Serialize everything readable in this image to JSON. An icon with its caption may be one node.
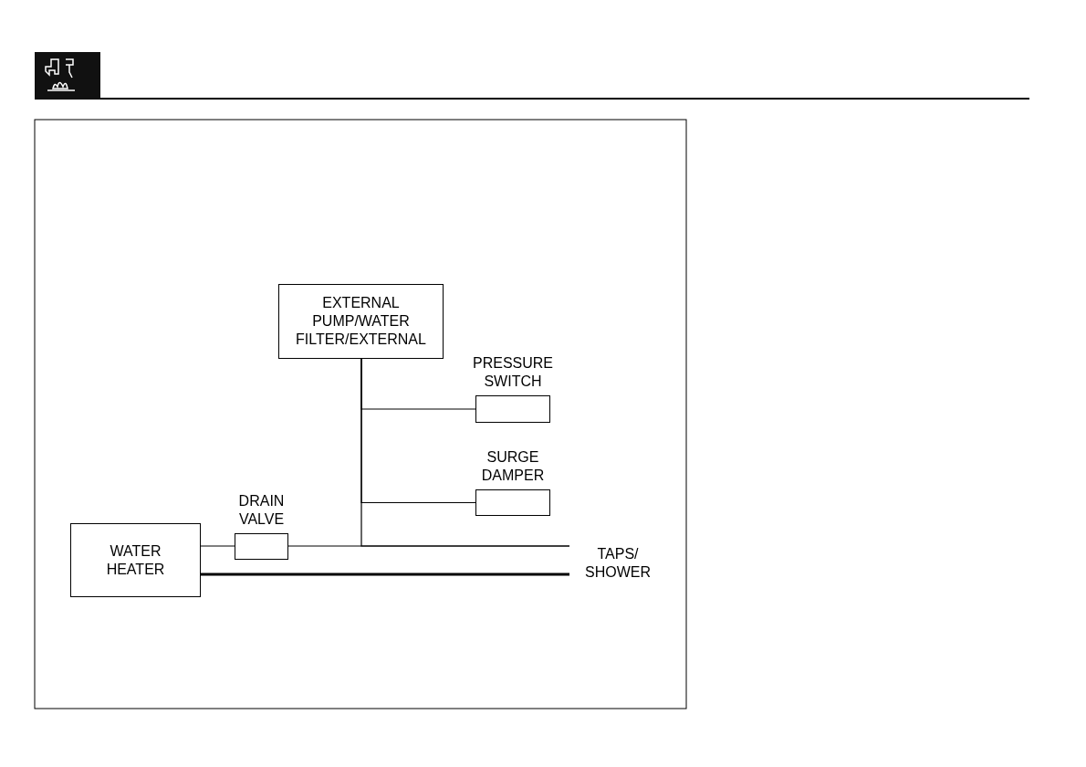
{
  "diagram": {
    "nodes": [
      {
        "text": [
          "EXTERNAL PUMP/WATER FILTER/EXTERNAL"
        ]
      },
      {
        "text": [
          "PRESSURE SWITCH"
        ]
      },
      {
        "text": [
          "SURGE DAMPER"
        ]
      },
      {
        "text": [
          "DRAIN VALVE"
        ]
      },
      {
        "text": [
          "WATER HEATER"
        ]
      },
      {
        "text": [
          "TAPS/ SHOWER"
        ]
      }
    ],
    "edges": [
      {
        "from": 4,
        "to": 3,
        "arrow": "none"
      },
      {
        "from": 3,
        "to": 5,
        "arrow": "none"
      },
      {
        "from": 0,
        "to": 1,
        "arrow": "none"
      },
      {
        "from": 0,
        "to": 2,
        "arrow": "none"
      },
      {
        "from": 0,
        "to": 5,
        "arrow": "none"
      },
      {
        "from": 4,
        "to": 5,
        "arrow": "none",
        "style": "thick"
      }
    ]
  }
}
